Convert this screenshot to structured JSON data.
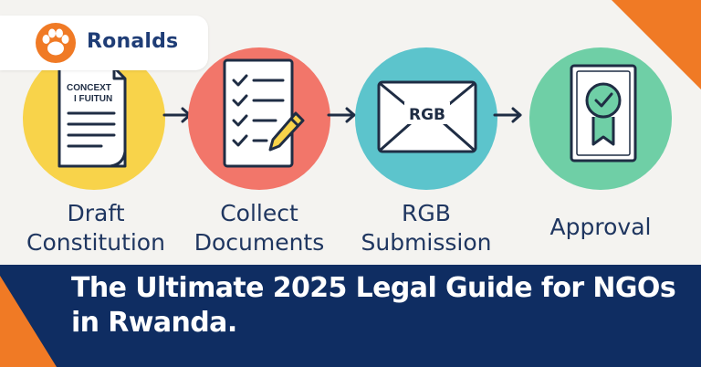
{
  "brand": {
    "name": "Ronalds"
  },
  "steps": [
    {
      "label_line1": "Draft",
      "label_line2": "Constitution",
      "icon": "document-icon",
      "doc_line1": "CONCEXT",
      "doc_line2": "I FUITUN",
      "color": "#f8d34a"
    },
    {
      "label_line1": "Collect",
      "label_line2": "Documents",
      "icon": "checklist-icon",
      "color": "#f2766a"
    },
    {
      "label_line1": "RGB",
      "label_line2": "Submission",
      "icon": "envelope-icon",
      "envelope_text": "RGB",
      "color": "#5cc4cc"
    },
    {
      "label_line1": "Approval",
      "label_line2": "",
      "icon": "certificate-icon",
      "color": "#6fcfa6"
    }
  ],
  "headline": {
    "line1": "The Ultimate 2025 Legal Guide for NGOs",
    "line2": "in Rwanda."
  },
  "colors": {
    "orange": "#f07a25",
    "navy": "#0f2d62",
    "text_navy": "#1f3660"
  }
}
